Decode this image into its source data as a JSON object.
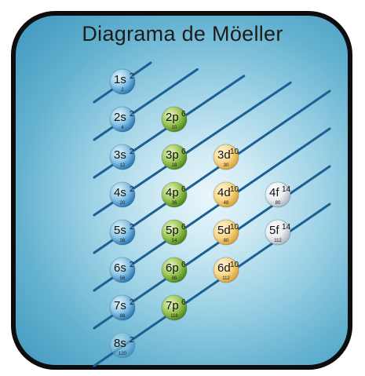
{
  "title": "Diagrama de Möeller",
  "colors": {
    "s": [
      "#e4f3fb",
      "#8cc6e6",
      "#2a78b6"
    ],
    "p": [
      "#e8f3c6",
      "#9fc75a",
      "#4f8a1d"
    ],
    "d": [
      "#fff6d8",
      "#f8d98c",
      "#d9a33c"
    ],
    "f": [
      "#ffffff",
      "#e8edf1",
      "#aeb8c2"
    ],
    "arrow": "#1b5f94",
    "frame": "#0d0d0d"
  },
  "orbitals": [
    {
      "label": "1s",
      "electrons": "2",
      "z": "2",
      "type": "s",
      "row": 0,
      "col": 0
    },
    {
      "label": "2s",
      "electrons": "2",
      "z": "4",
      "type": "s",
      "row": 1,
      "col": 0
    },
    {
      "label": "2p",
      "electrons": "6",
      "z": "10",
      "type": "p",
      "row": 1,
      "col": 1
    },
    {
      "label": "3s",
      "electrons": "2",
      "z": "12",
      "type": "s",
      "row": 2,
      "col": 0
    },
    {
      "label": "3p",
      "electrons": "6",
      "z": "18",
      "type": "p",
      "row": 2,
      "col": 1
    },
    {
      "label": "3d",
      "electrons": "10",
      "z": "30",
      "type": "d",
      "row": 2,
      "col": 2
    },
    {
      "label": "4s",
      "electrons": "2",
      "z": "20",
      "type": "s",
      "row": 3,
      "col": 0
    },
    {
      "label": "4p",
      "electrons": "6",
      "z": "36",
      "type": "p",
      "row": 3,
      "col": 1
    },
    {
      "label": "4d",
      "electrons": "10",
      "z": "48",
      "type": "d",
      "row": 3,
      "col": 2
    },
    {
      "label": "4f",
      "electrons": "14",
      "z": "80",
      "type": "f",
      "row": 3,
      "col": 3
    },
    {
      "label": "5s",
      "electrons": "2",
      "z": "38",
      "type": "s",
      "row": 4,
      "col": 0
    },
    {
      "label": "5p",
      "electrons": "6",
      "z": "54",
      "type": "p",
      "row": 4,
      "col": 1
    },
    {
      "label": "5d",
      "electrons": "10",
      "z": "80",
      "type": "d",
      "row": 4,
      "col": 2
    },
    {
      "label": "5f",
      "electrons": "14",
      "z": "112",
      "type": "f",
      "row": 4,
      "col": 3
    },
    {
      "label": "6s",
      "electrons": "2",
      "z": "56",
      "type": "s",
      "row": 5,
      "col": 0
    },
    {
      "label": "6p",
      "electrons": "6",
      "z": "86",
      "type": "p",
      "row": 5,
      "col": 1
    },
    {
      "label": "6d",
      "electrons": "10",
      "z": "112",
      "type": "d",
      "row": 5,
      "col": 2
    },
    {
      "label": "7s",
      "electrons": "2",
      "z": "88",
      "type": "s",
      "row": 6,
      "col": 0
    },
    {
      "label": "7p",
      "electrons": "6",
      "z": "118",
      "type": "p",
      "row": 6,
      "col": 1
    },
    {
      "label": "8s",
      "electrons": "2",
      "z": "120",
      "type": "s",
      "row": 7,
      "col": 0
    }
  ]
}
